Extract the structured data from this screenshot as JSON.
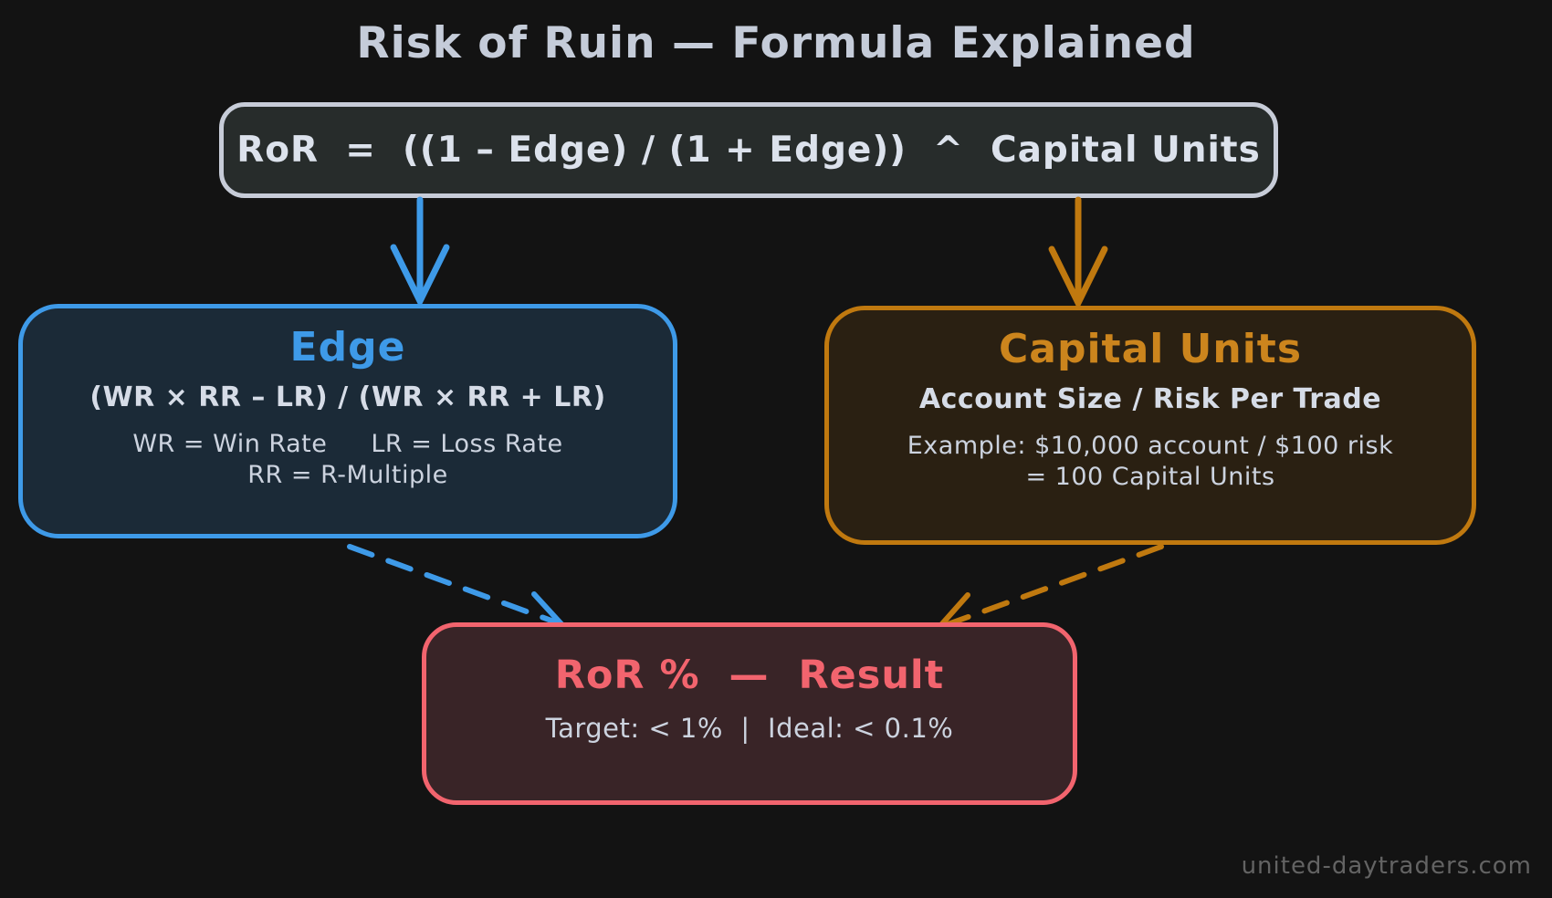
{
  "title": "Risk of Ruin — Formula Explained",
  "formula_box": {
    "formula": "RoR  =  ((1 – Edge) / (1 + Edge))  ^  Capital Units"
  },
  "edge_box": {
    "title": "Edge",
    "formula": "(WR × RR – LR) / (WR × RR + LR)",
    "legend_wr": "WR = Win Rate",
    "legend_lr": "LR = Loss Rate",
    "legend_rr": "RR = R-Multiple"
  },
  "capital_box": {
    "title": "Capital Units",
    "formula": "Account Size / Risk Per Trade",
    "example_line1": "Example: $10,000 account / $100 risk",
    "example_line2": "= 100 Capital Units"
  },
  "result_box": {
    "title": "RoR %  —  Result",
    "detail": "Target: < 1%  |  Ideal: < 0.1%"
  },
  "watermark": "united-daytraders.com",
  "colors": {
    "background": "#131313",
    "formula_border": "#c7ccd8",
    "formula_fill": "#272c2b",
    "blue": "#3e9ae8",
    "blue_fill": "#1b2a37",
    "orange": "#c0790f",
    "orange_title": "#cc851d",
    "orange_fill": "#2a2012",
    "red": "#f2646e",
    "red_fill": "#392427",
    "text_primary": "#dce2ec",
    "text_secondary": "#ccd3df",
    "watermark": "#636363"
  }
}
